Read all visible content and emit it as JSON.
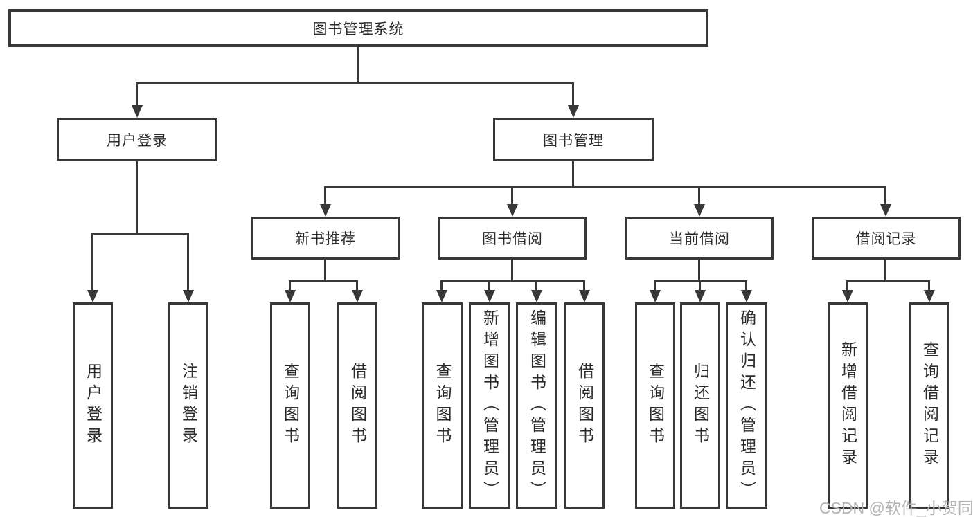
{
  "diagram": {
    "root": "图书管理系统",
    "level2": {
      "user_login": "用户登录",
      "book_mgmt": "图书管理"
    },
    "level3": {
      "new_books": "新书推荐",
      "book_borrow": "图书借阅",
      "current_borrow": "当前借阅",
      "borrow_records": "借阅记录"
    },
    "leaves": {
      "user_login": [
        "用户登录",
        "注销登录"
      ],
      "new_books": [
        "查询图书",
        "借阅图书"
      ],
      "book_borrow": [
        "查询图书",
        "新增图书（管理员）",
        "编辑图书（管理员）",
        "借阅图书"
      ],
      "current_borrow": [
        "查询图书",
        "归还图书",
        "确认归还（管理员）"
      ],
      "borrow_records": [
        "新增借阅记录",
        "查询借阅记录"
      ]
    }
  },
  "watermark": "CSDN @软件_小贺同学",
  "colors": {
    "line": "#383838",
    "text": "#2b2b2b",
    "background": "#ffffff",
    "watermark": "#b4b4b4"
  }
}
